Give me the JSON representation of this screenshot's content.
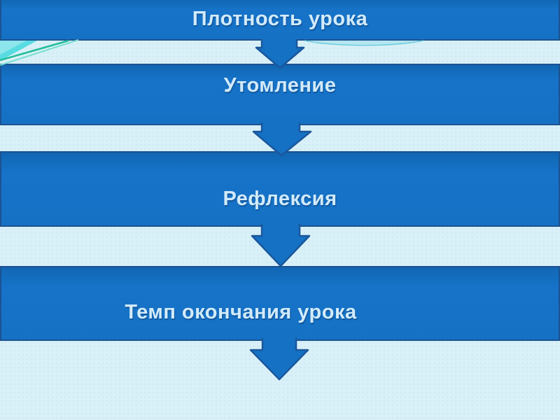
{
  "diagram": {
    "type": "flow-sequence",
    "direction": "down",
    "steps": [
      {
        "label": "Плотность урока"
      },
      {
        "label": "Утомление"
      },
      {
        "label": "Рефлексия"
      },
      {
        "label": "Темп окончания урока"
      }
    ],
    "connector_icon": "down-block-arrow-icon"
  },
  "theme": {
    "bar_fill": "#1571c4",
    "bar_border": "#1c5291",
    "text_color": "#d2ebf9",
    "background": "#d9f0f8",
    "accent_turquoise": "#58dce2",
    "accent_line_green": "#22bd98",
    "accent_wave": "#b5e6ef"
  }
}
